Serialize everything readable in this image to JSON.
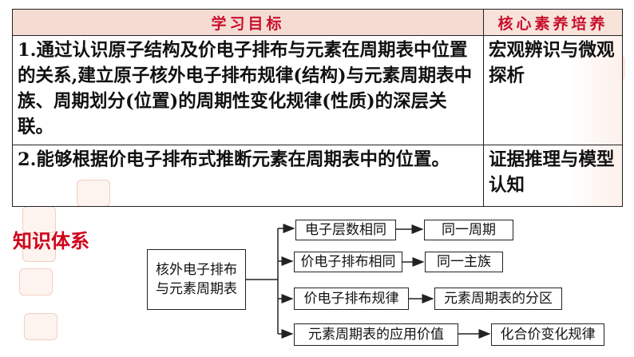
{
  "table": {
    "header": {
      "goals": "学习目标",
      "literacy": "核心素养培养"
    },
    "rows": [
      {
        "goal": "1.通过认识原子结构及价电子排布与元素在周期表中位置的关系,建立原子核外电子排布规律(结构)与元素周期表中族、周期划分(位置)的周期性变化规律(性质)的深层关联。",
        "literacy": "宏观辨识与微观探析"
      },
      {
        "goal": "2.能够根据价电子排布式推断元素在周期表中的位置。",
        "literacy": "证据推理与模型认知"
      }
    ]
  },
  "knowledge": {
    "title": "知识体系",
    "center": {
      "line1": "核外电子排布",
      "line2": "与元素周期表"
    },
    "branches": [
      {
        "cause": "电子层数相同",
        "result": "同一周期"
      },
      {
        "cause": "价电子排布相同",
        "result": "同一主族"
      },
      {
        "cause": "价电子排布规律",
        "result": "元素周期表的分区"
      },
      {
        "cause": "元素周期表的应用价值",
        "result": "化合价变化规律"
      }
    ]
  }
}
